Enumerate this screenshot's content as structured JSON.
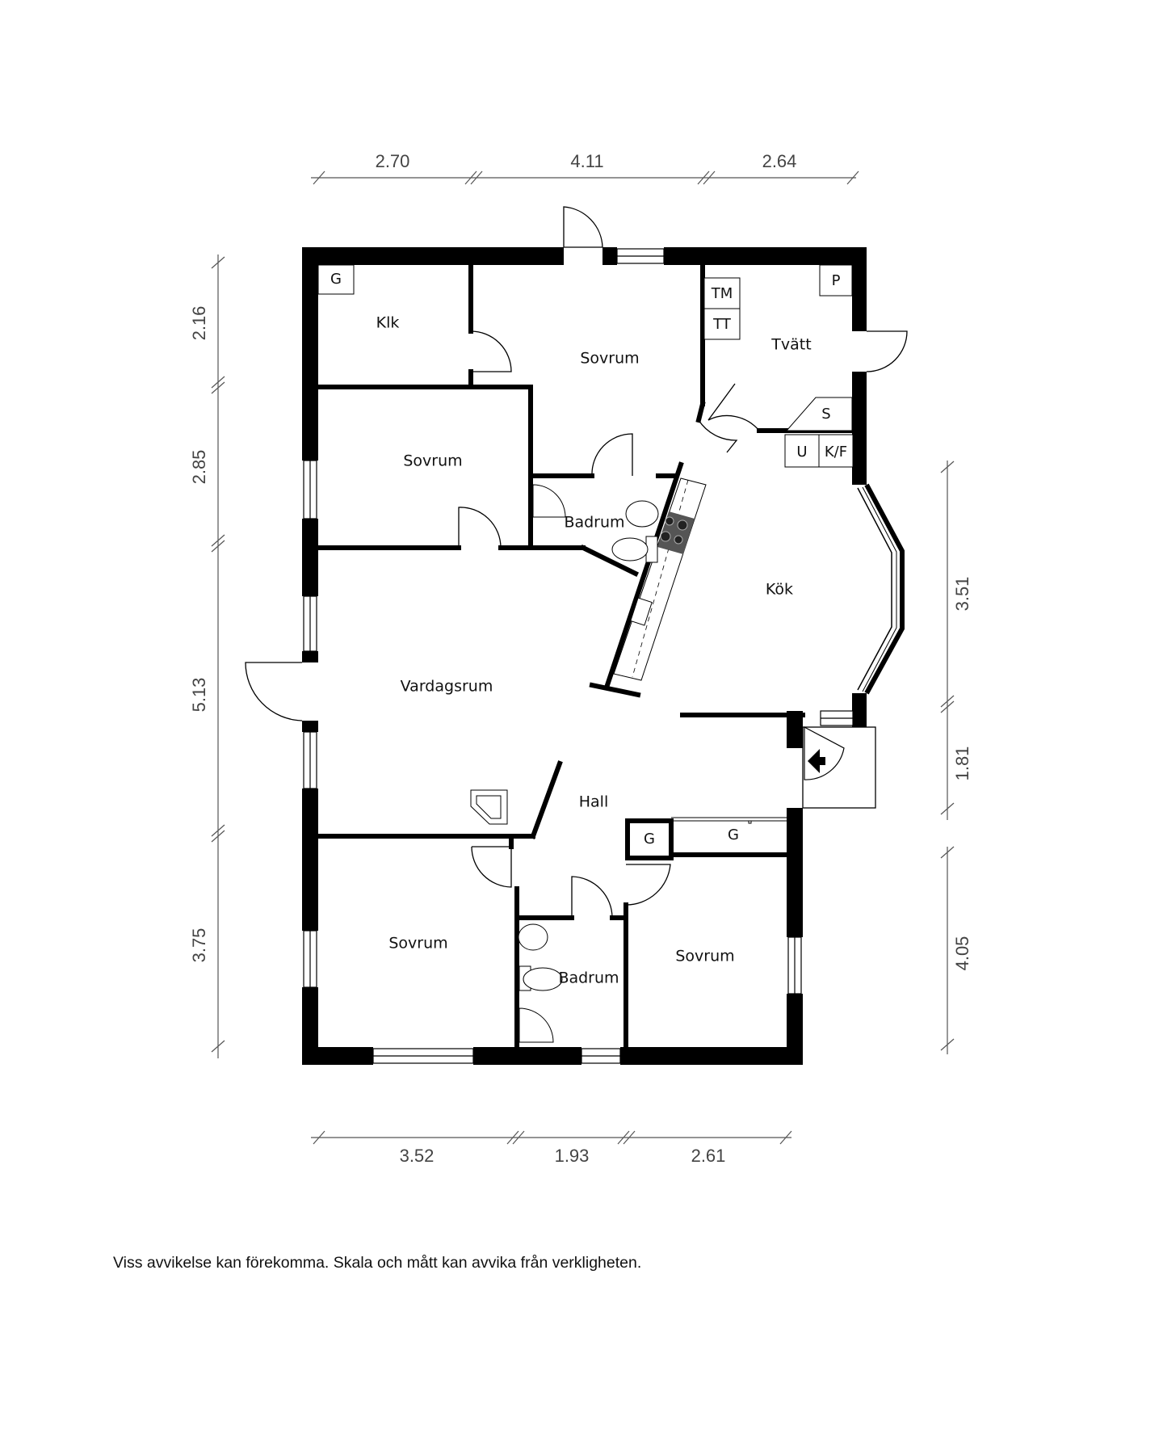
{
  "rooms": {
    "klk": "Klk",
    "sovrum_top": "Sovrum",
    "tvatt": "Tvätt",
    "sovrum_left": "Sovrum",
    "badrum_top": "Badrum",
    "kok": "Kök",
    "vardagsrum": "Vardagsrum",
    "hall": "Hall",
    "sovrum_bottom_left": "Sovrum",
    "badrum_bottom": "Badrum",
    "sovrum_bottom_right": "Sovrum"
  },
  "fixtures": {
    "g_klk": "G",
    "tm": "TM",
    "tt": "TT",
    "p": "P",
    "s": "S",
    "u": "U",
    "kf": "K/F",
    "g_hall_small": "G",
    "g_hall_wide": "G"
  },
  "dimensions": {
    "top": [
      "2.70",
      "4.11",
      "2.64"
    ],
    "left": [
      "2.16",
      "2.85",
      "5.13",
      "3.75"
    ],
    "right": [
      "3.51",
      "1.81",
      "4.05"
    ],
    "bottom": [
      "3.52",
      "1.93",
      "2.61"
    ]
  },
  "disclaimer": "Viss avvikelse kan förekomma. Skala och mått kan avvika från verkligheten.",
  "colors": {
    "wall": "#000000",
    "dimension_line": "#555555",
    "stove": "#555555"
  }
}
